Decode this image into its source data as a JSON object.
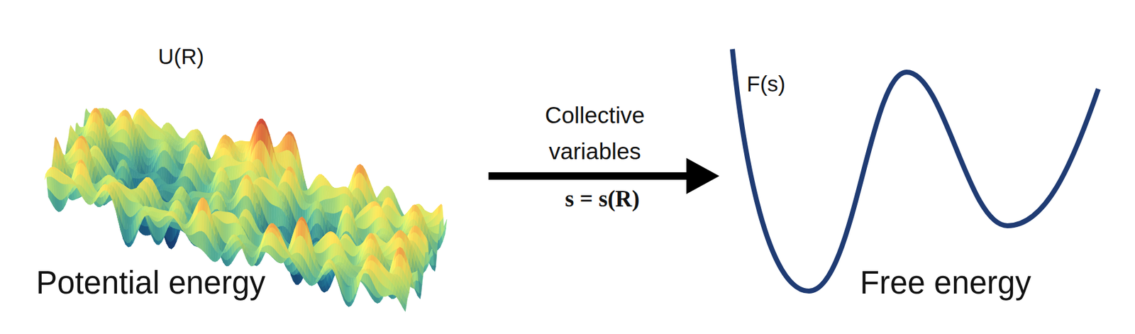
{
  "diagram": {
    "labels": [
      "U(R)",
      "Potential energy",
      "Collective variables",
      "s = s(R)",
      "F(s)",
      "Free energy"
    ]
  }
}
